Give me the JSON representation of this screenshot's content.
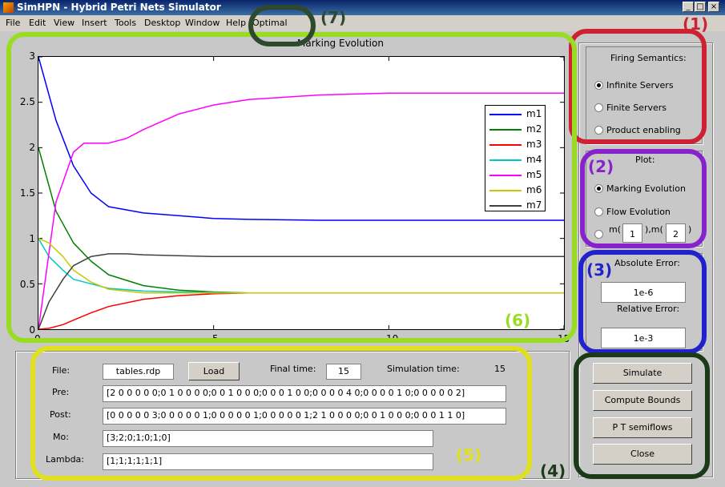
{
  "window": {
    "title": "SimHPN - Hybrid Petri Nets Simulator"
  },
  "menu": [
    "File",
    "Edit",
    "View",
    "Insert",
    "Tools",
    "Desktop",
    "Window",
    "Help",
    "Optimal"
  ],
  "chart_data": {
    "type": "line",
    "title": "Marking Evolution",
    "xlim": [
      0,
      15
    ],
    "ylim": [
      0,
      3
    ],
    "xticks": [
      "0",
      "5",
      "10",
      "15"
    ],
    "yticks": [
      "0",
      "0.5",
      "1",
      "1.5",
      "2",
      "2.5",
      "3"
    ],
    "legend": "top-right",
    "series": [
      {
        "name": "m1",
        "color": "#0000ff",
        "x": [
          0,
          0.5,
          1,
          1.5,
          2,
          3,
          4,
          5,
          6,
          8,
          10,
          15
        ],
        "y": [
          3,
          2.3,
          1.8,
          1.5,
          1.35,
          1.28,
          1.25,
          1.22,
          1.21,
          1.2,
          1.2,
          1.2
        ]
      },
      {
        "name": "m2",
        "color": "#008000",
        "x": [
          0,
          0.5,
          1,
          1.5,
          2,
          3,
          4,
          5,
          6,
          8,
          10,
          15
        ],
        "y": [
          2,
          1.3,
          0.95,
          0.75,
          0.6,
          0.48,
          0.43,
          0.41,
          0.4,
          0.4,
          0.4,
          0.4
        ]
      },
      {
        "name": "m3",
        "color": "#ff0000",
        "x": [
          0,
          0.3,
          0.7,
          1,
          1.5,
          2,
          3,
          4,
          5,
          6,
          8,
          15
        ],
        "y": [
          0,
          0.01,
          0.05,
          0.1,
          0.18,
          0.25,
          0.33,
          0.37,
          0.39,
          0.4,
          0.4,
          0.4
        ]
      },
      {
        "name": "m4",
        "color": "#00c8c8",
        "x": [
          0,
          0.3,
          0.7,
          1,
          1.5,
          2,
          3,
          4,
          6,
          15
        ],
        "y": [
          1,
          0.8,
          0.65,
          0.55,
          0.5,
          0.45,
          0.42,
          0.41,
          0.4,
          0.4
        ]
      },
      {
        "name": "m5",
        "color": "#ff00ff",
        "x": [
          0,
          0.5,
          1,
          1.3,
          2,
          2.5,
          3,
          4,
          5,
          6,
          8,
          10,
          15
        ],
        "y": [
          0,
          1.4,
          1.95,
          2.05,
          2.05,
          2.1,
          2.2,
          2.37,
          2.47,
          2.53,
          2.58,
          2.6,
          2.6
        ]
      },
      {
        "name": "m6",
        "color": "#c8c800",
        "x": [
          0,
          0.3,
          0.7,
          1,
          1.5,
          2,
          3,
          4,
          15
        ],
        "y": [
          1,
          0.95,
          0.8,
          0.65,
          0.52,
          0.44,
          0.4,
          0.4,
          0.4
        ]
      },
      {
        "name": "m7",
        "color": "#404040",
        "x": [
          0,
          0.3,
          0.7,
          1,
          1.5,
          2,
          2.5,
          3,
          4,
          5,
          6,
          8,
          15
        ],
        "y": [
          0,
          0.3,
          0.55,
          0.7,
          0.8,
          0.83,
          0.83,
          0.82,
          0.81,
          0.8,
          0.8,
          0.8,
          0.8
        ]
      }
    ]
  },
  "firing": {
    "title": "Firing Semantics:",
    "options": [
      "Infinite Servers",
      "Finite Servers",
      "Product enabling"
    ]
  },
  "plot": {
    "title": "Plot:",
    "options": [
      "Marking Evolution",
      "Flow Evolution"
    ],
    "m_label1": "m(",
    "m_label2": "),m(",
    "m_label3": ")",
    "m_val1": "1",
    "m_val2": "2"
  },
  "errors": {
    "abs_label": "Absolute Error:",
    "abs_value": "1e-6",
    "rel_label": "Relative Error:",
    "rel_value": "1e-3"
  },
  "buttons": {
    "simulate": "Simulate",
    "bounds": "Compute Bounds",
    "semiflows": "P T semiflows",
    "close": "Close"
  },
  "form": {
    "file_label": "File:",
    "file_value": "tables.rdp",
    "load": "Load",
    "final_label": "Final time:",
    "final_value": "15",
    "sim_label": "Simulation time:",
    "sim_value": "15",
    "pre_label": "Pre:",
    "pre_value": "[2 0 0 0 0 0;0 1 0 0 0 0;0 0 1 0 0 0;0 0 0 1 0 0;0 0 0 0 4 0;0 0 0 0 1 0;0 0 0 0 0 2]",
    "post_label": "Post:",
    "post_value": "[0 0 0 0 0 3;0 0 0 0 0 1;0 0 0 0 0 1;0 0 0 0 0 1;2 1 0 0 0 0;0 0 1 0 0 0;0 0 0 1 1 0]",
    "mo_label": "Mo:",
    "mo_value": "[3;2;0;1;0;1;0]",
    "lambda_label": "Lambda:",
    "lambda_value": "[1;1;1;1;1;1]"
  },
  "annotations": [
    {
      "text": "(1)",
      "color": "#cc2233"
    },
    {
      "text": "(2)",
      "color": "#8822cc"
    },
    {
      "text": "(3)",
      "color": "#2222cc"
    },
    {
      "text": "(4)",
      "color": "#1a3a1a"
    },
    {
      "text": "(5)",
      "color": "#e0e020"
    },
    {
      "text": "(6)",
      "color": "#99dd22"
    },
    {
      "text": "(7)",
      "color": "#2e4a2e"
    }
  ]
}
